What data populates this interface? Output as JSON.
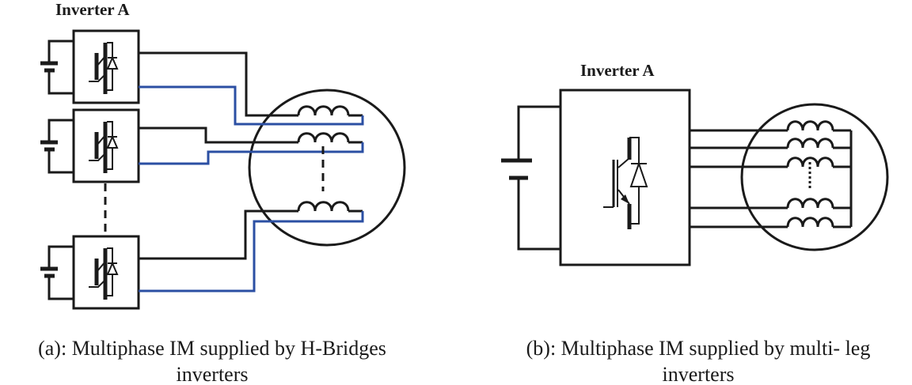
{
  "diagram_a": {
    "title": "Inverter A",
    "caption_line1": "(a): Multiphase IM supplied by H-Bridges",
    "caption_line2": "inverters"
  },
  "diagram_b": {
    "title": "Inverter A",
    "caption_line1": "(b): Multiphase IM supplied by  multi- leg",
    "caption_line2": "inverters"
  },
  "colors": {
    "wire": "#1a1a1a",
    "return_wire": "#2b4fa3"
  }
}
